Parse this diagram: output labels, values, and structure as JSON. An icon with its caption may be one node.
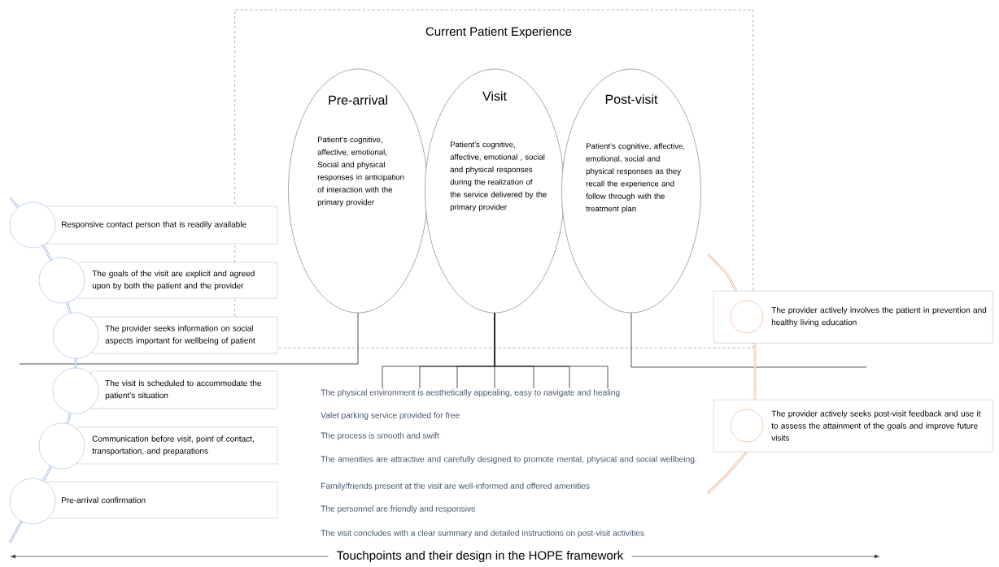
{
  "diagram": {
    "caption": "Touchpoints and their design in the HOPE framework",
    "nodes": [
      {
        "text": [
          "Current Patient Experience"
        ]
      },
      {
        "text": [
          "Pre-arrival",
          "Patient’s cognitive, affective, emotional, Social and physical responses in anticipation of interaction with the primary provider"
        ],
        "in": 0
      },
      {
        "text": [
          "Visit",
          "Patient’s cognitive, affective, emotional , social and physical responses during the realization of the service delivered by the primary provider"
        ],
        "in": 0
      },
      {
        "text": [
          "Post-visit",
          "Patient’s cognitive, affective, emotional, social and physical responses as they recall the experience and follow through with the treatment plan"
        ],
        "in": 0
      },
      {
        "text": [
          "Responsive contact person that is readily available"
        ]
      },
      {
        "text": [
          "The goals of the visit are explicit and agreed upon by both the patient and the provider"
        ]
      },
      {
        "text": [
          "The provider seeks information on social aspects important for wellbeing of patient"
        ]
      },
      {
        "text": [
          "The visit is scheduled to accommodate the patient’s situation"
        ]
      },
      {
        "text": [
          "Communication before visit, point of contact, transportation, and preparations"
        ]
      },
      {
        "text": [
          "Pre-arrival confirmation"
        ]
      },
      {
        "text": [
          "The provider actively involves the patient in prevention and healthy living education"
        ]
      },
      {
        "text": [
          "The provider actively seeks post-visit feedback and use it to assess the attainment of the goals and improve future visits"
        ]
      },
      {
        "text": [
          "The physical environment is aesthetically appealing, easy to navigate and healing"
        ]
      },
      {
        "text": [
          "Valet parking service provided for free"
        ]
      },
      {
        "text": [
          "The process is smooth and swift"
        ]
      },
      {
        "text": [
          "The amenities are attractive and carefully designed to promote mental, physical and social wellbeing."
        ]
      },
      {
        "text": [
          "Family/friends present at the visit are well-informed and offered amenities"
        ]
      },
      {
        "text": [
          "The personnel are friendly and responsive"
        ]
      },
      {
        "text": [
          "The visit concludes with a clear summary and detailed instructions on post-visit activities"
        ]
      }
    ],
    "edges": [
      {
        "from": 1,
        "to": null,
        "arrow": "none"
      },
      {
        "from": 3,
        "to": null,
        "arrow": "none"
      },
      {
        "from": 2,
        "to": 12,
        "arrow": "none"
      },
      {
        "from": 2,
        "to": 12,
        "arrow": "none"
      },
      {
        "from": 2,
        "to": 12,
        "arrow": "none"
      },
      {
        "from": 2,
        "to": 12,
        "arrow": "none"
      },
      {
        "from": 2,
        "to": 12,
        "arrow": "none"
      },
      {
        "from": 2,
        "to": 12,
        "arrow": "none"
      },
      {
        "from": 2,
        "to": 12,
        "arrow": "none"
      },
      {
        "from": null,
        "to": 4,
        "arrow": "none",
        "color": "#8eaadb"
      },
      {
        "from": 4,
        "to": 5,
        "arrow": "none",
        "color": "#8eaadb"
      },
      {
        "from": 5,
        "to": 6,
        "arrow": "none",
        "color": "#8eaadb"
      },
      {
        "from": 6,
        "to": 7,
        "arrow": "none",
        "color": "#8eaadb"
      },
      {
        "from": 7,
        "to": 8,
        "arrow": "none",
        "color": "#8eaadb"
      },
      {
        "from": 8,
        "to": 9,
        "arrow": "none",
        "color": "#8eaadb"
      },
      {
        "from": 9,
        "to": null,
        "arrow": "none",
        "color": "#8eaadb"
      },
      {
        "from": null,
        "to": 10,
        "arrow": "none",
        "color": "#e8a87c"
      },
      {
        "from": 10,
        "to": 11,
        "arrow": "none",
        "color": "#e8a87c"
      },
      {
        "from": 11,
        "to": null,
        "arrow": "none",
        "color": "#e8a87c"
      }
    ]
  }
}
